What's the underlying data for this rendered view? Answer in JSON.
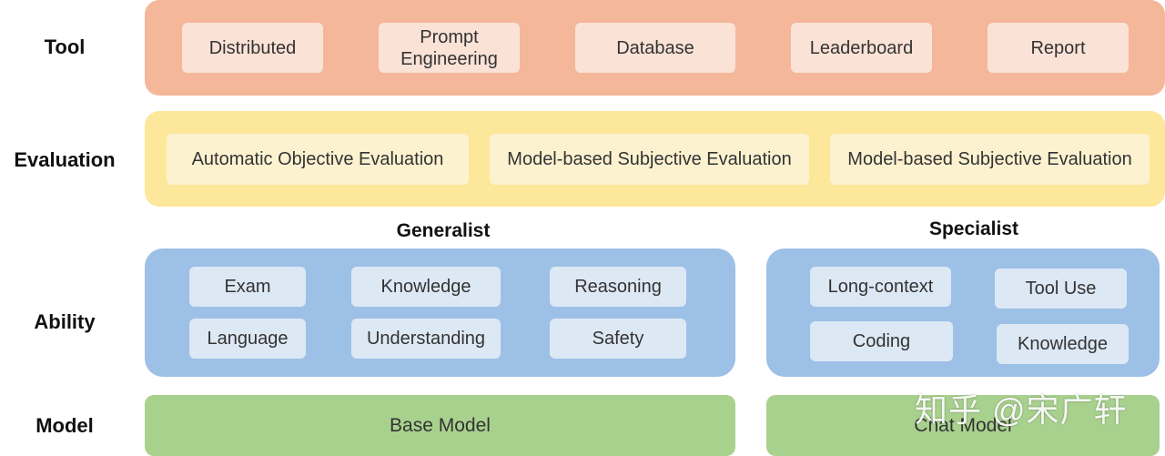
{
  "rows": {
    "tool": "Tool",
    "evaluation": "Evaluation",
    "ability": "Ability",
    "model": "Model"
  },
  "tool_items": [
    "Distributed",
    "Prompt Engineering",
    "Database",
    "Leaderboard",
    "Report"
  ],
  "evaluation_items": [
    "Automatic Objective Evaluation",
    "Model-based Subjective Evaluation",
    "Model-based Subjective Evaluation"
  ],
  "generalist": {
    "title": "Generalist",
    "items": [
      "Exam",
      "Knowledge",
      "Reasoning",
      "Language",
      "Understanding",
      "Safety"
    ]
  },
  "specialist": {
    "title": "Specialist",
    "items": [
      "Long-context",
      "Tool Use",
      "Coding",
      "Knowledge"
    ]
  },
  "models": {
    "base": "Base Model",
    "chat": "Chat Model"
  },
  "watermark": "知乎 @宋广轩",
  "colors": {
    "tool": "#f4b79a",
    "evaluation": "#fde79a",
    "ability": "#9dc0e6",
    "model": "#a9d18e"
  }
}
